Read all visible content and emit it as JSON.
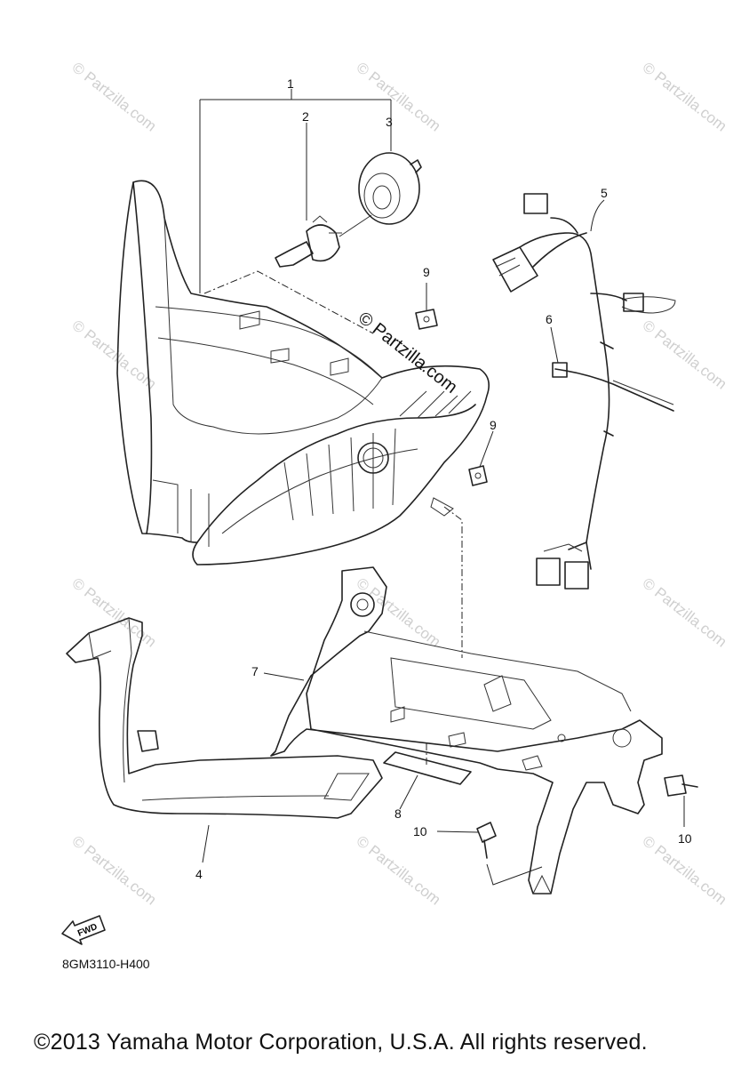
{
  "watermark_text": "© Partzilla.com",
  "center_watermark": "© Partzilla.com",
  "callouts": [
    "1",
    "2",
    "3",
    "4",
    "5",
    "6",
    "7",
    "8",
    "9",
    "9",
    "10",
    "10"
  ],
  "fwd_label": "FWD",
  "diagram_code": "8GM3110-H400",
  "copyright": "©2013 Yamaha Motor Corporation, U.S.A. All rights reserved."
}
